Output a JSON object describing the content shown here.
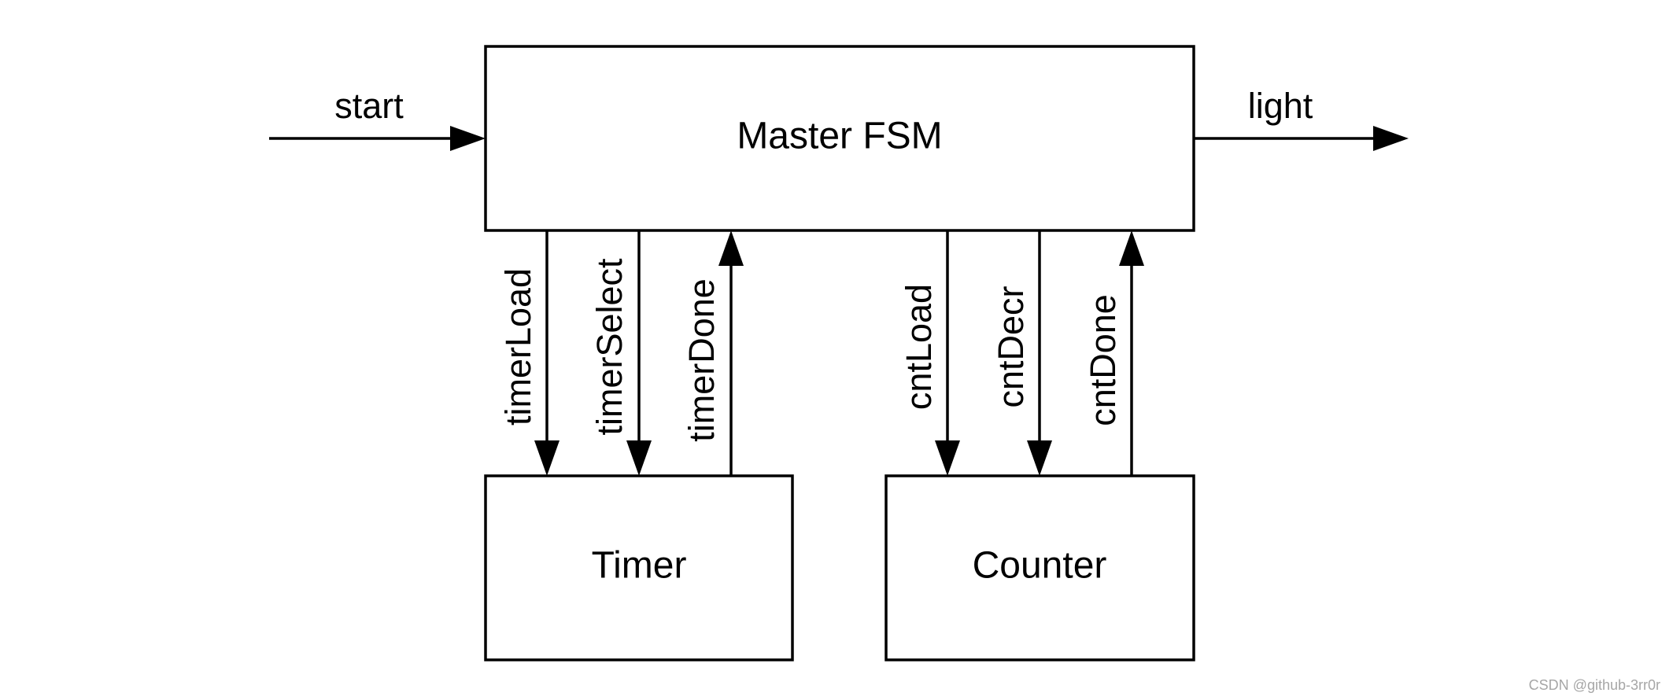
{
  "blocks": {
    "master": "Master FSM",
    "timer": "Timer",
    "counter": "Counter"
  },
  "signals": {
    "start": "start",
    "light": "light",
    "timerLoad": "timerLoad",
    "timerSelect": "timerSelect",
    "timerDone": "timerDone",
    "cntLoad": "cntLoad",
    "cntDecr": "cntDecr",
    "cntDone": "cntDone"
  },
  "watermark": "CSDN @github-3rr0r"
}
